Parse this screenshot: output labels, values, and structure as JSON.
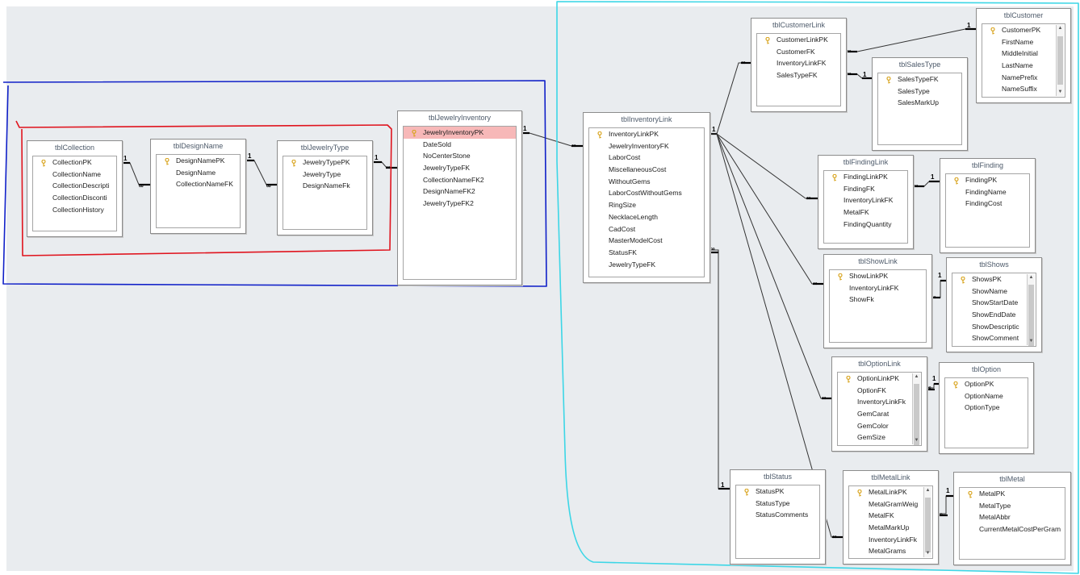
{
  "relationship_symbols": {
    "one": "1",
    "many": "∞"
  },
  "tables": [
    {
      "id": "tblCollection",
      "name": "tblCollection",
      "pk": "CollectionPK",
      "fields": [
        "CollectionName",
        "CollectionDescripti",
        "CollectionDisconti",
        "CollectionHistory"
      ]
    },
    {
      "id": "tblDesignName",
      "name": "tblDesignName",
      "pk": "DesignNamePK",
      "fields": [
        "DesignName",
        "CollectionNameFK"
      ]
    },
    {
      "id": "tblJewelryType",
      "name": "tblJewelryType",
      "pk": "JewelryTypePK",
      "fields": [
        "JewelryType",
        "DesignNameFk"
      ]
    },
    {
      "id": "tblJewelryInventory",
      "name": "tblJewelryInventory",
      "pk": "JewelryInventoryPK",
      "fields": [
        "DateSold",
        "NoCenterStone",
        "JewelryTypeFK",
        "CollectionNameFK2",
        "DesignNameFK2",
        "JewelryTypeFK2"
      ]
    },
    {
      "id": "tblInventoryLink",
      "name": "tblInventoryLink",
      "pk": "InventoryLinkPK",
      "fields": [
        "JewelryInventoryFK",
        "LaborCost",
        "MiscellaneousCost",
        "WithoutGems",
        "LaborCostWithoutGems",
        "RingSize",
        "NecklaceLength",
        "CadCost",
        "MasterModelCost",
        "StatusFK",
        "JewelryTypeFK"
      ]
    },
    {
      "id": "tblCustomerLink",
      "name": "tblCustomerLink",
      "pk": "CustomerLinkPK",
      "fields": [
        "CustomerFK",
        "InventoryLinkFK",
        "SalesTypeFK"
      ]
    },
    {
      "id": "tblCustomer",
      "name": "tblCustomer",
      "pk": "CustomerPK",
      "fields": [
        "FirstName",
        "MiddleInitial",
        "LastName",
        "NamePrefix",
        "NameSuffix"
      ]
    },
    {
      "id": "tblSalesType",
      "name": "tblSalesType",
      "pk": "SalesTypeFK",
      "fields": [
        "SalesType",
        "SalesMarkUp"
      ]
    },
    {
      "id": "tblFindingLink",
      "name": "tblFindingLink",
      "pk": "FindingLinkPK",
      "fields": [
        "FindingFK",
        "InventoryLinkFK",
        "MetalFK",
        "FindingQuantity"
      ]
    },
    {
      "id": "tblFinding",
      "name": "tblFinding",
      "pk": "FindingPK",
      "fields": [
        "FindingName",
        "FindingCost"
      ]
    },
    {
      "id": "tblShowLink",
      "name": "tblShowLink",
      "pk": "ShowLinkPK",
      "fields": [
        "InventoryLinkFK",
        "ShowFk"
      ]
    },
    {
      "id": "tblShows",
      "name": "tblShows",
      "pk": "ShowsPK",
      "fields": [
        "ShowName",
        "ShowStartDate",
        "ShowEndDate",
        "ShowDescriptic",
        "ShowComment"
      ]
    },
    {
      "id": "tblOptionLink",
      "name": "tblOptionLink",
      "pk": "OptionLinkPK",
      "fields": [
        "OptionFK",
        "InventoryLinkFk",
        "GemCarat",
        "GemColor",
        "GemSize"
      ]
    },
    {
      "id": "tblOption",
      "name": "tblOption",
      "pk": "OptionPK",
      "fields": [
        "OptionName",
        "OptionType"
      ]
    },
    {
      "id": "tblStatus",
      "name": "tblStatus",
      "pk": "StatusPK",
      "fields": [
        "StatusType",
        "StatusComments"
      ]
    },
    {
      "id": "tblMetalLink",
      "name": "tblMetalLink",
      "pk": "MetalLinkPK",
      "fields": [
        "MetalGramWeig",
        "MetalFK",
        "MetalMarkUp",
        "InventoryLinkFk",
        "MetalGrams"
      ]
    },
    {
      "id": "tblMetal",
      "name": "tblMetal",
      "pk": "MetalPK",
      "fields": [
        "MetalType",
        "MetalAbbr",
        "CurrentMetalCostPerGram"
      ]
    }
  ],
  "relationships": [
    {
      "one": "tblCollection",
      "many": "tblDesignName"
    },
    {
      "one": "tblDesignName",
      "many": "tblJewelryType"
    },
    {
      "one": "tblJewelryType",
      "many": "tblJewelryInventory"
    },
    {
      "one": "tblJewelryInventory",
      "many": "tblInventoryLink"
    },
    {
      "one": "tblInventoryLink",
      "many": "tblCustomerLink"
    },
    {
      "one": "tblCustomer",
      "many": "tblCustomerLink"
    },
    {
      "one": "tblSalesType",
      "many": "tblCustomerLink"
    },
    {
      "one": "tblInventoryLink",
      "many": "tblFindingLink"
    },
    {
      "one": "tblFinding",
      "many": "tblFindingLink"
    },
    {
      "one": "tblInventoryLink",
      "many": "tblShowLink"
    },
    {
      "one": "tblShows",
      "many": "tblShowLink"
    },
    {
      "one": "tblInventoryLink",
      "many": "tblOptionLink"
    },
    {
      "one": "tblOption",
      "many": "tblOptionLink"
    },
    {
      "one": "tblStatus",
      "many": "tblInventoryLink"
    },
    {
      "one": "tblInventoryLink",
      "many": "tblMetalLink"
    },
    {
      "one": "tblMetal",
      "many": "tblMetalLink"
    }
  ],
  "annotation_colors": {
    "red": "#e0141e",
    "blue": "#1020c8",
    "cyan": "#3cd6e6",
    "key": "#d9a520",
    "selected_row": "#f7b8b8"
  }
}
